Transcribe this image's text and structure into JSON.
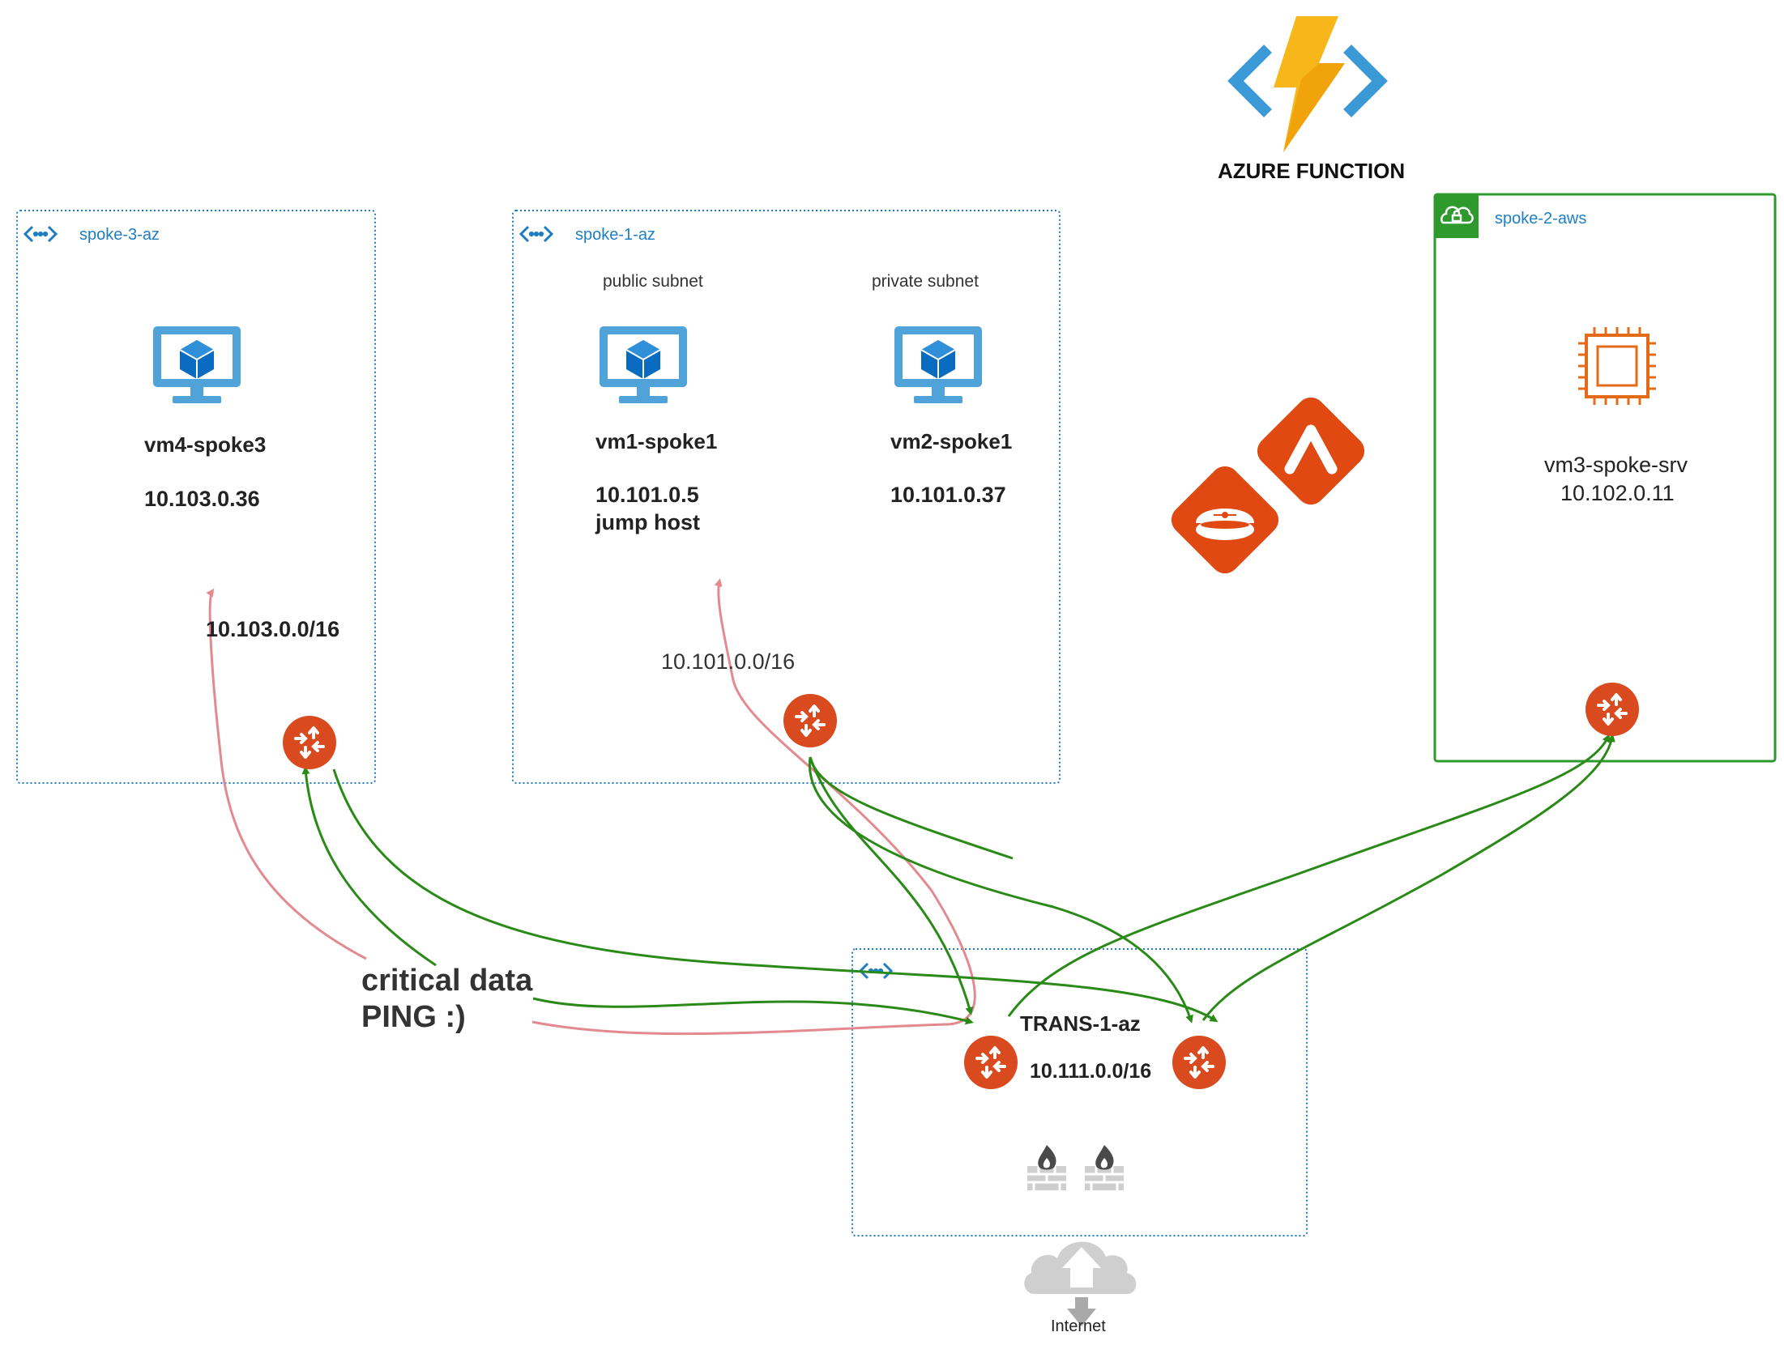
{
  "azure_function": {
    "title": "AZURE FUNCTION",
    "icon": "azure-function-icon"
  },
  "spoke3": {
    "label": "spoke-3-az",
    "vm": {
      "name": "vm4-spoke3",
      "ip": "10.103.0.36",
      "icon": "azure-vm-icon"
    },
    "cidr": "10.103.0.0/16"
  },
  "spoke1": {
    "label": "spoke-1-az",
    "public_subnet": "public subnet",
    "private_subnet": "private subnet",
    "vm1": {
      "name": "vm1-spoke1",
      "ip": "10.101.0.5",
      "role": "jump host",
      "icon": "azure-vm-icon"
    },
    "vm2": {
      "name": "vm2-spoke1",
      "ip": "10.101.0.37",
      "icon": "azure-vm-icon"
    },
    "cidr": "10.101.0.0/16"
  },
  "spoke2": {
    "label": "spoke-2-aws",
    "vm": {
      "name": "vm3-spoke-srv",
      "ip": "10.102.0.11",
      "icon": "aws-ec2-instance-icon"
    }
  },
  "transit": {
    "label": "TRANS-1-az",
    "cidr": "10.111.0.0/16"
  },
  "note": {
    "line1": "critical data",
    "line2": "PING :)"
  },
  "internet": {
    "label": "Internet",
    "icon": "internet-cloud-icon"
  },
  "colors": {
    "router": "#d94b1e",
    "green_link": "#2a8a17",
    "red_path": "#e38a90",
    "azure_blue": "#1f7ec1",
    "aws_green": "#2e9a2e",
    "vm_monitor": "#4fa3d9",
    "ec2_orange": "#e56a17"
  }
}
